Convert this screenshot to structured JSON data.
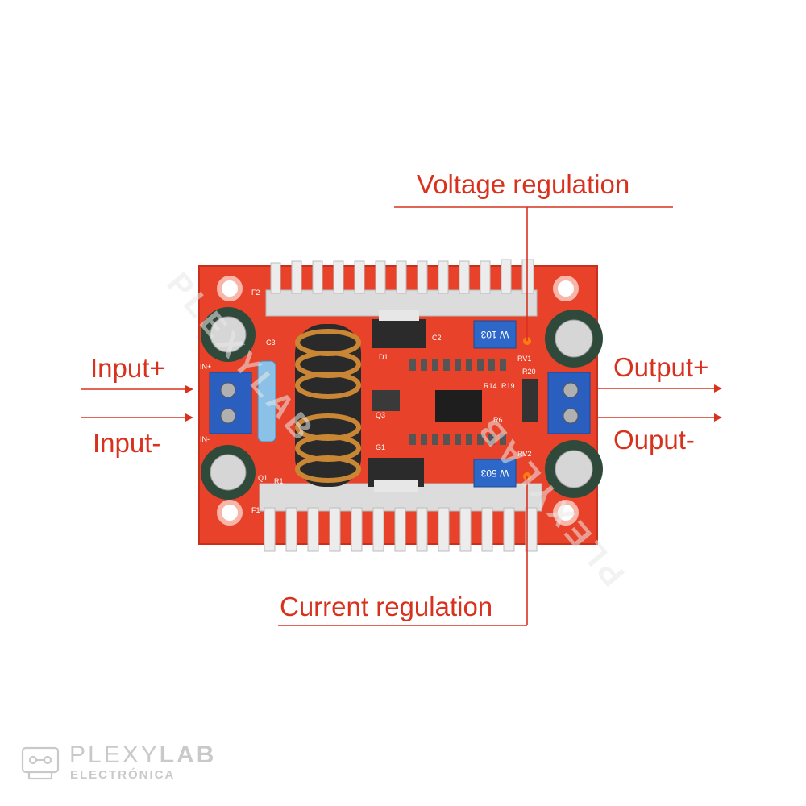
{
  "labels": {
    "voltage": "Voltage regulation",
    "current": "Current regulation",
    "input_pos": "Input+",
    "input_neg": "Input-",
    "output_pos": "Output+",
    "output_neg": "Ouput-"
  },
  "watermark": {
    "brand": "PLEXYLAB",
    "brand_first": "PLEXY",
    "brand_second": "LAB",
    "sub": "ELECTRÓNICA"
  },
  "board": {
    "pot_top_text": "W 103",
    "pot_bottom_text": "W 503",
    "silkscreen": [
      "F2",
      "C3",
      "D1",
      "C2",
      "RV1",
      "R20",
      "IN+",
      "IN-",
      "R14",
      "R19",
      "Q3",
      "R6",
      "G1",
      "RV2",
      "R1",
      "Q1",
      "F1"
    ]
  },
  "colors": {
    "label": "#d8321f",
    "pcb": "#e8432a",
    "heatsink": "#e2e2e2",
    "terminal": "#2a5fc0",
    "watermark": "#c9c9c9"
  }
}
